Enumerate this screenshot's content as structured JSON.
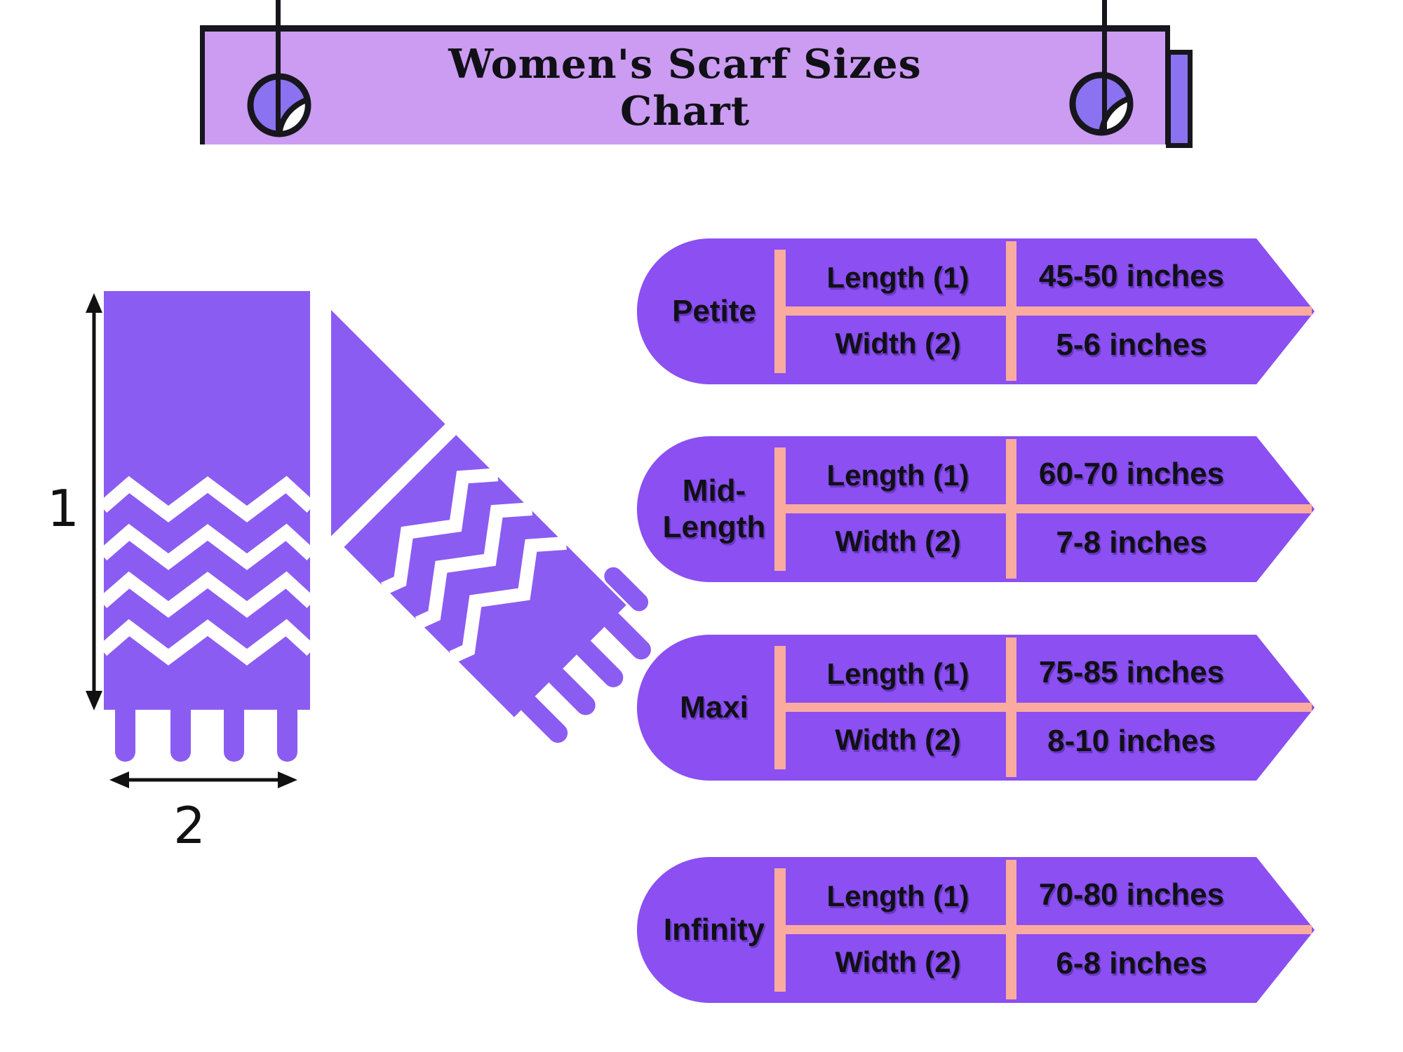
{
  "banner": {
    "title_line1": "Women's Scarf Sizes",
    "title_line2": "Chart"
  },
  "scarf_diagram": {
    "length_marker": "1",
    "width_marker": "2"
  },
  "rows": [
    {
      "name": "Petite",
      "length_label": "Length (1)",
      "length_value": "45-50 inches",
      "width_label": "Width (2)",
      "width_value": "5-6 inches"
    },
    {
      "name": "Mid-Length",
      "length_label": "Length (1)",
      "length_value": "60-70 inches",
      "width_label": "Width (2)",
      "width_value": "7-8 inches"
    },
    {
      "name": "Maxi",
      "length_label": "Length (1)",
      "length_value": "75-85 inches",
      "width_label": "Width (2)",
      "width_value": "8-10 inches"
    },
    {
      "name": "Infinity",
      "length_label": "Length (1)",
      "length_value": "70-80 inches",
      "width_label": "Width (2)",
      "width_value": "6-8 inches"
    }
  ],
  "colors": {
    "row-purple": "#8b4ff2",
    "scarf-purple": "#8b5cf2",
    "banner-purple": "#cb9cf2",
    "accent-purple": "#8b72f0",
    "pink": "#faab9f",
    "ink": "#16161c",
    "text": "#101016"
  }
}
